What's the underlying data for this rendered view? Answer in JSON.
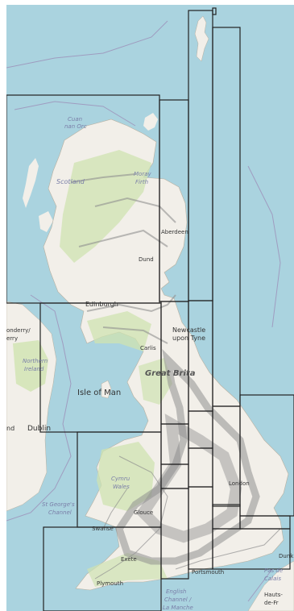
{
  "map": {
    "colors": {
      "sea": "#aad3df",
      "land": "#f2efe9",
      "green": "#cfe3b0",
      "road": "#8f8f8f",
      "boundary": "#9c8fb8",
      "tile_border": "#222222"
    },
    "labels": {
      "cuan_line1": "Cuan",
      "cuan_line2": "nan Orc",
      "scotland": "Scotland",
      "moray_line1": "Moray",
      "moray_line2": "Firth",
      "aberdeen": "Aberdeen",
      "dundee": "Dund",
      "edinburgh": "Edinburgh",
      "londonderry_line1": "onderry/",
      "londonderry_line2": "erry",
      "newcastle_line1": "Newcastle",
      "newcastle_line2": "upon Tyne",
      "carlisle": "Carlis",
      "northern_line1": "Northern",
      "northern_line2": "Ireland",
      "great_britain": "Great Brita",
      "isle_of_man": "Isle of Man",
      "ireland_fragment": "nd",
      "dublin": "Dublin",
      "cymru_line1": "Cymru",
      "cymru_line2": "Wales",
      "st_georges_line1": "St George's",
      "st_georges_line2": "Channel",
      "swansea": "Swanse",
      "gloucester": "Glouce",
      "london": "London",
      "exeter": "Exete",
      "portsmouth": "Portsmouth",
      "plymouth": "Plymouth",
      "dunk": "Dunk",
      "pas_line1": "Pas de",
      "pas_line2": "Calais",
      "channel_line1": "English",
      "channel_line2": "Channel /",
      "channel_line3": "La Manche",
      "fr_line1": "Hauts-",
      "fr_line2": "de-Fr"
    }
  }
}
